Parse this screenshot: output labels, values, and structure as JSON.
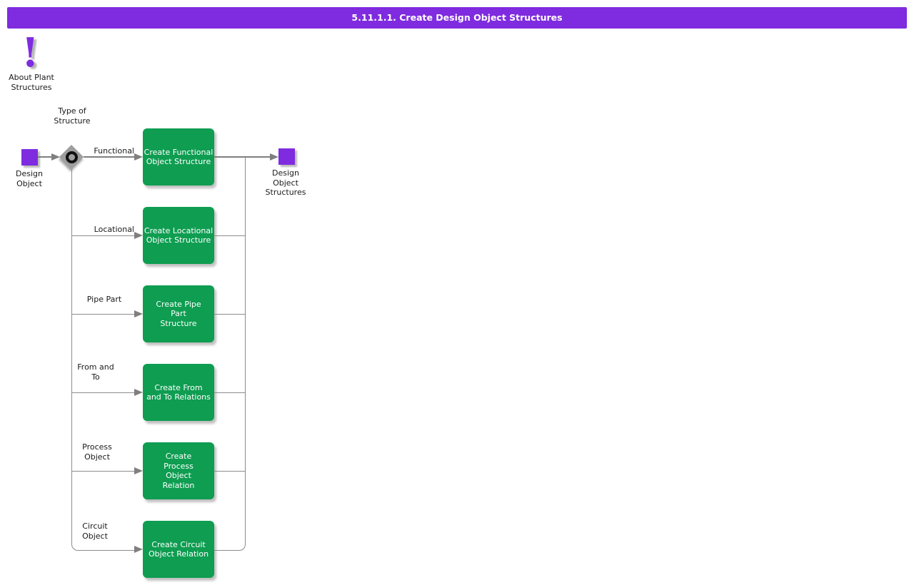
{
  "title_bar": {
    "text": "5.11.1.1. Create Design Object Structures"
  },
  "about_note": {
    "icon_glyph": "!",
    "label": "About Plant\nStructures"
  },
  "flow": {
    "start_label": "Design\nObject",
    "decision_label": "Type of\nStructure",
    "end_label": "Design\nObject\nStructures"
  },
  "branches": [
    {
      "condition": "Functional",
      "task": "Create Functional\nObject Structure"
    },
    {
      "condition": "Locational",
      "task": "Create Locational\nObject Structure"
    },
    {
      "condition": "Pipe Part",
      "task": "Create Pipe\nPart\nStructure"
    },
    {
      "condition": "From and\nTo",
      "task": "Create From\nand To Relations"
    },
    {
      "condition": "Process\nObject",
      "task": "Create\nProcess\nObject\nRelation"
    },
    {
      "condition": "Circuit\nObject",
      "task": "Create Circuit\nObject Relation"
    }
  ],
  "colors": {
    "purple": "#7f2bdf",
    "green": "#0e9d51",
    "line_gray": "#7f7f7f",
    "title_text": "#ffffff"
  }
}
